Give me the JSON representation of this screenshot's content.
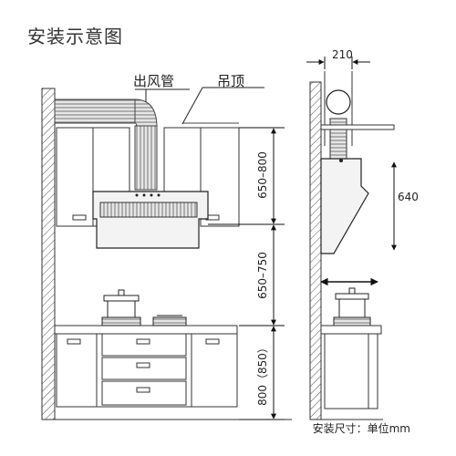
{
  "diagram": {
    "title": "安装示意图",
    "duct_label": "出风管",
    "ceiling_label": "吊顶",
    "footer": "安装尺寸：单位mm",
    "dim_hood_height": "650–800",
    "dim_stove_gap": "650–750",
    "dim_counter_height": "800（850）",
    "dim_duct_width": "210",
    "dim_side_height": "640"
  }
}
